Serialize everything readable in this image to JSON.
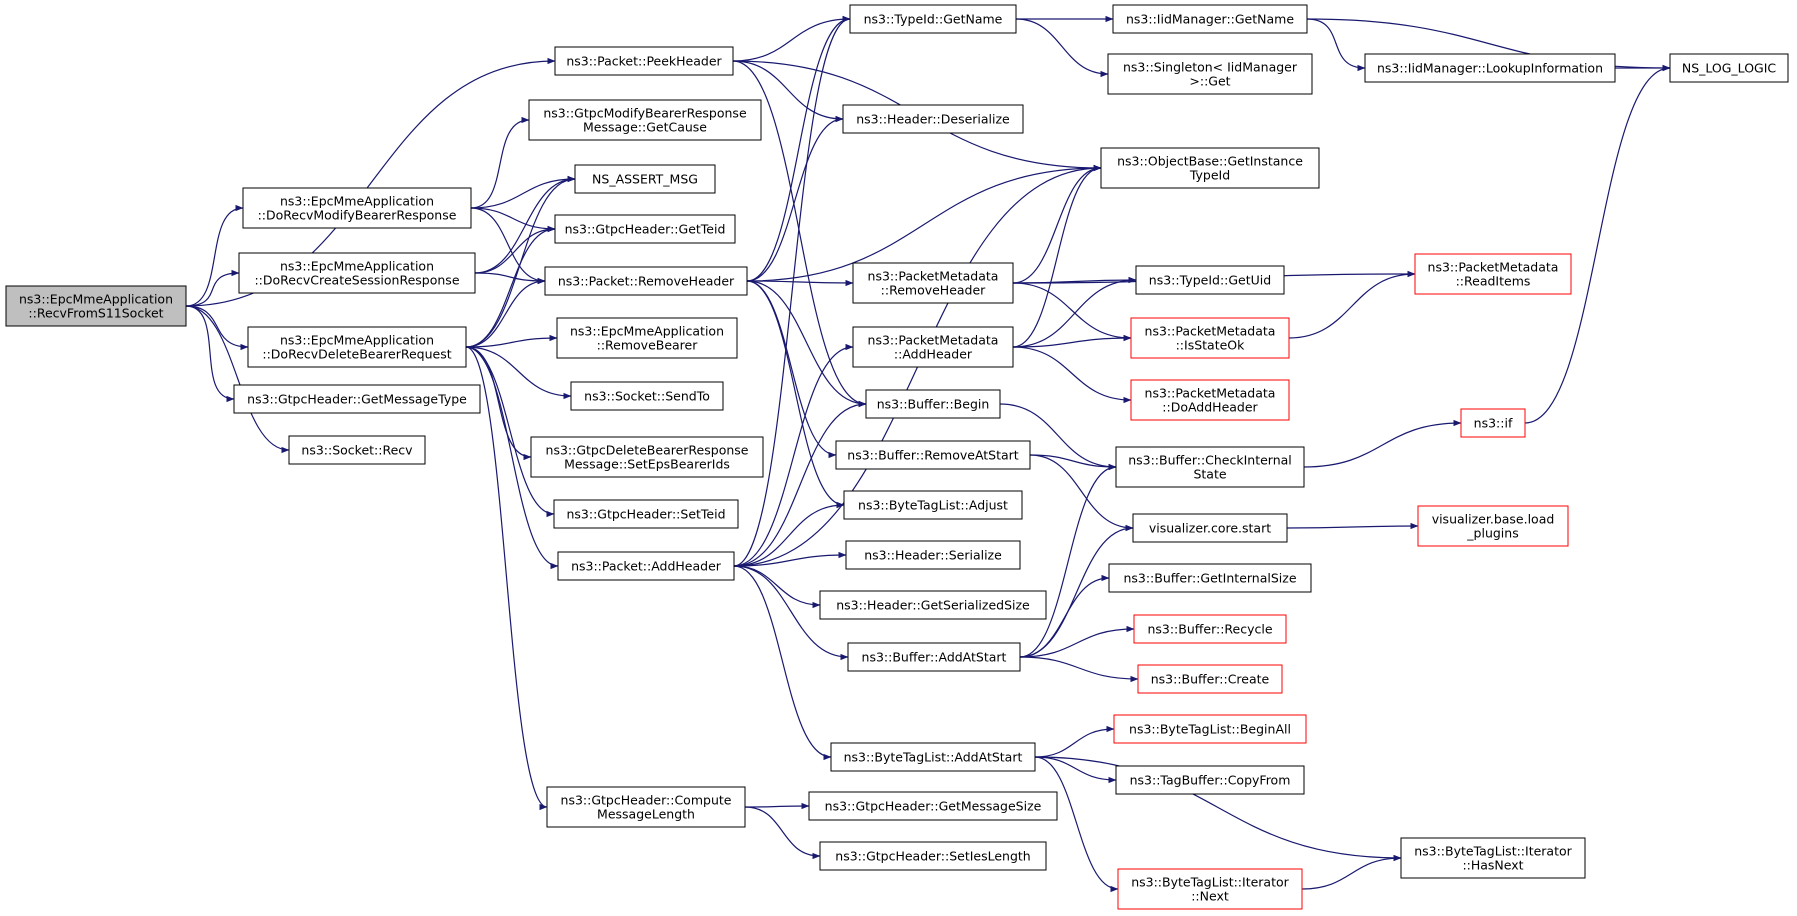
{
  "colors": {
    "edge": "#191970",
    "node_border": "#000000",
    "truncated_border": "#ff0000",
    "root_fill": "#bfbfbf",
    "node_fill": "#ffffff"
  },
  "nodes": {
    "recv_from_s11": {
      "lines": [
        "ns3::EpcMmeApplication",
        "::RecvFromS11Socket"
      ],
      "root": true
    },
    "do_recv_modify": {
      "lines": [
        "ns3::EpcMmeApplication",
        "::DoRecvModifyBearerResponse"
      ]
    },
    "do_recv_create": {
      "lines": [
        "ns3::EpcMmeApplication",
        "::DoRecvCreateSessionResponse"
      ]
    },
    "do_recv_delete": {
      "lines": [
        "ns3::EpcMmeApplication",
        "::DoRecvDeleteBearerRequest"
      ]
    },
    "get_message_type": {
      "lines": [
        "ns3::GtpcHeader::GetMessageType"
      ]
    },
    "socket_recv": {
      "lines": [
        "ns3::Socket::Recv"
      ]
    },
    "peek_header": {
      "lines": [
        "ns3::Packet::PeekHeader"
      ]
    },
    "modify_get_cause": {
      "lines": [
        "ns3::GtpcModifyBearerResponse",
        "Message::GetCause"
      ]
    },
    "ns_assert_msg": {
      "lines": [
        "NS_ASSERT_MSG"
      ]
    },
    "gtpc_get_teid": {
      "lines": [
        "ns3::GtpcHeader::GetTeid"
      ]
    },
    "remove_header": {
      "lines": [
        "ns3::Packet::RemoveHeader"
      ]
    },
    "remove_bearer": {
      "lines": [
        "ns3::EpcMmeApplication",
        "::RemoveBearer"
      ]
    },
    "socket_send_to": {
      "lines": [
        "ns3::Socket::SendTo"
      ]
    },
    "set_eps_bearer_ids": {
      "lines": [
        "ns3::GtpcDeleteBearerResponse",
        "Message::SetEpsBearerIds"
      ]
    },
    "gtpc_set_teid": {
      "lines": [
        "ns3::GtpcHeader::SetTeid"
      ]
    },
    "add_header": {
      "lines": [
        "ns3::Packet::AddHeader"
      ]
    },
    "compute_message_length": {
      "lines": [
        "ns3::GtpcHeader::Compute",
        "MessageLength"
      ]
    },
    "typeid_get_name": {
      "lines": [
        "ns3::TypeId::GetName"
      ]
    },
    "header_deserialize": {
      "lines": [
        "ns3::Header::Deserialize"
      ]
    },
    "pm_remove_header": {
      "lines": [
        "ns3::PacketMetadata",
        "::RemoveHeader"
      ]
    },
    "pm_add_header": {
      "lines": [
        "ns3::PacketMetadata",
        "::AddHeader"
      ]
    },
    "buffer_begin": {
      "lines": [
        "ns3::Buffer::Begin"
      ]
    },
    "buffer_remove_at_start": {
      "lines": [
        "ns3::Buffer::RemoveAtStart"
      ]
    },
    "bytetaglist_adjust": {
      "lines": [
        "ns3::ByteTagList::Adjust"
      ]
    },
    "header_serialize": {
      "lines": [
        "ns3::Header::Serialize"
      ]
    },
    "header_get_serialized_size": {
      "lines": [
        "ns3::Header::GetSerializedSize"
      ]
    },
    "buffer_add_at_start": {
      "lines": [
        "ns3::Buffer::AddAtStart"
      ]
    },
    "bytetaglist_add_at_start": {
      "lines": [
        "ns3::ByteTagList::AddAtStart"
      ]
    },
    "gtpc_get_message_size": {
      "lines": [
        "ns3::GtpcHeader::GetMessageSize"
      ]
    },
    "gtpc_set_ies_length": {
      "lines": [
        "ns3::GtpcHeader::SetIesLength"
      ]
    },
    "iid_get_name": {
      "lines": [
        "ns3::IidManager::GetName"
      ]
    },
    "singleton_get": {
      "lines": [
        "ns3::Singleton< IidManager",
        ">::Get"
      ]
    },
    "object_base_get_instance": {
      "lines": [
        "ns3::ObjectBase::GetInstance",
        "TypeId"
      ]
    },
    "typeid_get_uid": {
      "lines": [
        "ns3::TypeId::GetUid"
      ]
    },
    "pm_is_state_ok": {
      "lines": [
        "ns3::PacketMetadata",
        "::IsStateOk"
      ],
      "truncated": true
    },
    "pm_do_add_header": {
      "lines": [
        "ns3::PacketMetadata",
        "::DoAddHeader"
      ],
      "truncated": true
    },
    "buffer_check_internal_state": {
      "lines": [
        "ns3::Buffer::CheckInternal",
        "State"
      ]
    },
    "visualizer_core_start": {
      "lines": [
        "visualizer.core.start"
      ]
    },
    "buffer_get_internal_size": {
      "lines": [
        "ns3::Buffer::GetInternalSize"
      ]
    },
    "buffer_recycle": {
      "lines": [
        "ns3::Buffer::Recycle"
      ],
      "truncated": true
    },
    "buffer_create": {
      "lines": [
        "ns3::Buffer::Create"
      ],
      "truncated": true
    },
    "bytetaglist_begin_all": {
      "lines": [
        "ns3::ByteTagList::BeginAll"
      ],
      "truncated": true
    },
    "tagbuffer_copy_from": {
      "lines": [
        "ns3::TagBuffer::CopyFrom"
      ]
    },
    "bytetaglist_iterator_next": {
      "lines": [
        "ns3::ByteTagList::Iterator",
        "::Next"
      ],
      "truncated": true
    },
    "iid_lookup_information": {
      "lines": [
        "ns3::IidManager::LookupInformation"
      ]
    },
    "pm_read_items": {
      "lines": [
        "ns3::PacketMetadata",
        "::ReadItems"
      ],
      "truncated": true
    },
    "ns3_if": {
      "lines": [
        "ns3::if"
      ],
      "truncated": true
    },
    "visualizer_base_load_plugins": {
      "lines": [
        "visualizer.base.load",
        "_plugins"
      ],
      "truncated": true
    },
    "bytetaglist_iterator_has_next": {
      "lines": [
        "ns3::ByteTagList::Iterator",
        "::HasNext"
      ]
    },
    "ns_log_logic": {
      "lines": [
        "NS_LOG_LOGIC"
      ]
    }
  },
  "edges": [
    [
      "recv_from_s11",
      "peek_header"
    ],
    [
      "recv_from_s11",
      "do_recv_modify"
    ],
    [
      "recv_from_s11",
      "do_recv_create"
    ],
    [
      "recv_from_s11",
      "do_recv_delete"
    ],
    [
      "recv_from_s11",
      "get_message_type"
    ],
    [
      "recv_from_s11",
      "socket_recv"
    ],
    [
      "do_recv_modify",
      "modify_get_cause"
    ],
    [
      "do_recv_modify",
      "ns_assert_msg"
    ],
    [
      "do_recv_modify",
      "gtpc_get_teid"
    ],
    [
      "do_recv_modify",
      "remove_header"
    ],
    [
      "do_recv_create",
      "ns_assert_msg"
    ],
    [
      "do_recv_create",
      "gtpc_get_teid"
    ],
    [
      "do_recv_create",
      "remove_header"
    ],
    [
      "do_recv_delete",
      "ns_assert_msg"
    ],
    [
      "do_recv_delete",
      "gtpc_get_teid"
    ],
    [
      "do_recv_delete",
      "remove_header"
    ],
    [
      "do_recv_delete",
      "remove_bearer"
    ],
    [
      "do_recv_delete",
      "socket_send_to"
    ],
    [
      "do_recv_delete",
      "set_eps_bearer_ids"
    ],
    [
      "do_recv_delete",
      "gtpc_set_teid"
    ],
    [
      "do_recv_delete",
      "add_header"
    ],
    [
      "do_recv_delete",
      "compute_message_length"
    ],
    [
      "peek_header",
      "typeid_get_name"
    ],
    [
      "peek_header",
      "header_deserialize"
    ],
    [
      "peek_header",
      "object_base_get_instance"
    ],
    [
      "peek_header",
      "buffer_begin"
    ],
    [
      "remove_header",
      "typeid_get_name"
    ],
    [
      "remove_header",
      "header_deserialize"
    ],
    [
      "remove_header",
      "object_base_get_instance"
    ],
    [
      "remove_header",
      "pm_remove_header"
    ],
    [
      "remove_header",
      "buffer_begin"
    ],
    [
      "remove_header",
      "buffer_remove_at_start"
    ],
    [
      "remove_header",
      "bytetaglist_adjust"
    ],
    [
      "add_header",
      "typeid_get_name"
    ],
    [
      "add_header",
      "object_base_get_instance"
    ],
    [
      "add_header",
      "pm_add_header"
    ],
    [
      "add_header",
      "buffer_begin"
    ],
    [
      "add_header",
      "bytetaglist_adjust"
    ],
    [
      "add_header",
      "header_serialize"
    ],
    [
      "add_header",
      "header_get_serialized_size"
    ],
    [
      "add_header",
      "buffer_add_at_start"
    ],
    [
      "add_header",
      "bytetaglist_add_at_start"
    ],
    [
      "compute_message_length",
      "gtpc_get_message_size"
    ],
    [
      "compute_message_length",
      "gtpc_set_ies_length"
    ],
    [
      "typeid_get_name",
      "iid_get_name"
    ],
    [
      "typeid_get_name",
      "singleton_get"
    ],
    [
      "iid_get_name",
      "iid_lookup_information"
    ],
    [
      "iid_get_name",
      "ns_log_logic"
    ],
    [
      "iid_lookup_information",
      "ns_log_logic"
    ],
    [
      "pm_remove_header",
      "object_base_get_instance"
    ],
    [
      "pm_remove_header",
      "typeid_get_uid"
    ],
    [
      "pm_remove_header",
      "pm_is_state_ok"
    ],
    [
      "pm_remove_header",
      "pm_read_items"
    ],
    [
      "pm_add_header",
      "object_base_get_instance"
    ],
    [
      "pm_add_header",
      "typeid_get_uid"
    ],
    [
      "pm_add_header",
      "pm_is_state_ok"
    ],
    [
      "pm_add_header",
      "pm_do_add_header"
    ],
    [
      "pm_is_state_ok",
      "pm_read_items"
    ],
    [
      "buffer_begin",
      "buffer_check_internal_state"
    ],
    [
      "buffer_remove_at_start",
      "buffer_check_internal_state"
    ],
    [
      "buffer_remove_at_start",
      "visualizer_core_start"
    ],
    [
      "buffer_add_at_start",
      "buffer_check_internal_state"
    ],
    [
      "buffer_add_at_start",
      "visualizer_core_start"
    ],
    [
      "buffer_add_at_start",
      "buffer_get_internal_size"
    ],
    [
      "buffer_add_at_start",
      "buffer_recycle"
    ],
    [
      "buffer_add_at_start",
      "buffer_create"
    ],
    [
      "buffer_check_internal_state",
      "ns3_if"
    ],
    [
      "ns3_if",
      "ns_log_logic"
    ],
    [
      "visualizer_core_start",
      "visualizer_base_load_plugins"
    ],
    [
      "bytetaglist_add_at_start",
      "bytetaglist_begin_all"
    ],
    [
      "bytetaglist_add_at_start",
      "tagbuffer_copy_from"
    ],
    [
      "bytetaglist_add_at_start",
      "bytetaglist_iterator_next"
    ],
    [
      "bytetaglist_add_at_start",
      "bytetaglist_iterator_has_next"
    ],
    [
      "bytetaglist_iterator_next",
      "bytetaglist_iterator_has_next"
    ]
  ]
}
